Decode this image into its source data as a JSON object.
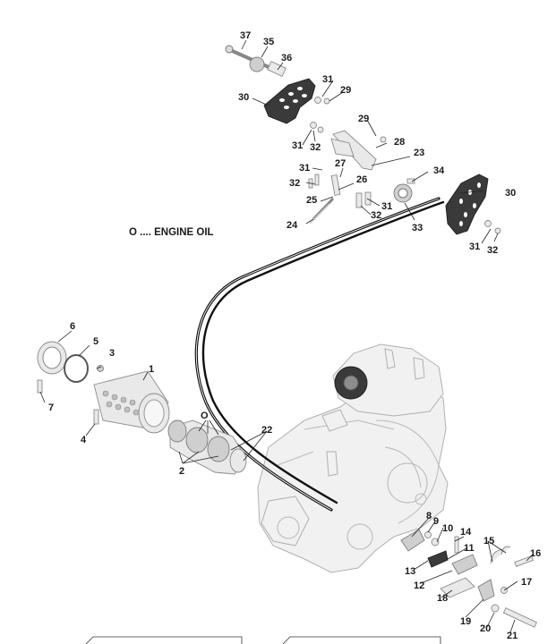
{
  "legend": {
    "text": "O .... ENGINE OIL"
  },
  "oil_marker": {
    "text": "O"
  },
  "callouts": {
    "c1": "1",
    "c2": "2",
    "c3": "3",
    "c4": "4",
    "c5": "5",
    "c6": "6",
    "c7": "7",
    "c8": "8",
    "c9": "9",
    "c10": "10",
    "c11": "11",
    "c12": "12",
    "c13": "13",
    "c14": "14",
    "c15": "15",
    "c16": "16",
    "c17": "17",
    "c18": "18",
    "c19": "19",
    "c20": "20",
    "c21": "21",
    "c22": "22",
    "c23": "23",
    "c24": "24",
    "c25": "25",
    "c26": "26",
    "c27": "27",
    "c28": "28",
    "c29a": "29",
    "c29b": "29",
    "c30a": "30",
    "c30b": "30",
    "c31a": "31",
    "c31b": "31",
    "c31c": "31",
    "c31d": "31",
    "c31e": "31",
    "c32a": "32",
    "c32b": "32",
    "c32c": "32",
    "c32d": "32",
    "c33": "33",
    "c34": "34",
    "c35": "35",
    "c36": "36",
    "c37": "37"
  },
  "icons": {
    "engine": "engine-block-icon",
    "footpeg": "footpeg-icon",
    "cable": "shift-cable-icon",
    "balance_shaft": "balance-shaft-icon"
  },
  "colors": {
    "line": "#222222",
    "part_light": "#e9e9e9",
    "part_dark": "#3a3a3a"
  }
}
